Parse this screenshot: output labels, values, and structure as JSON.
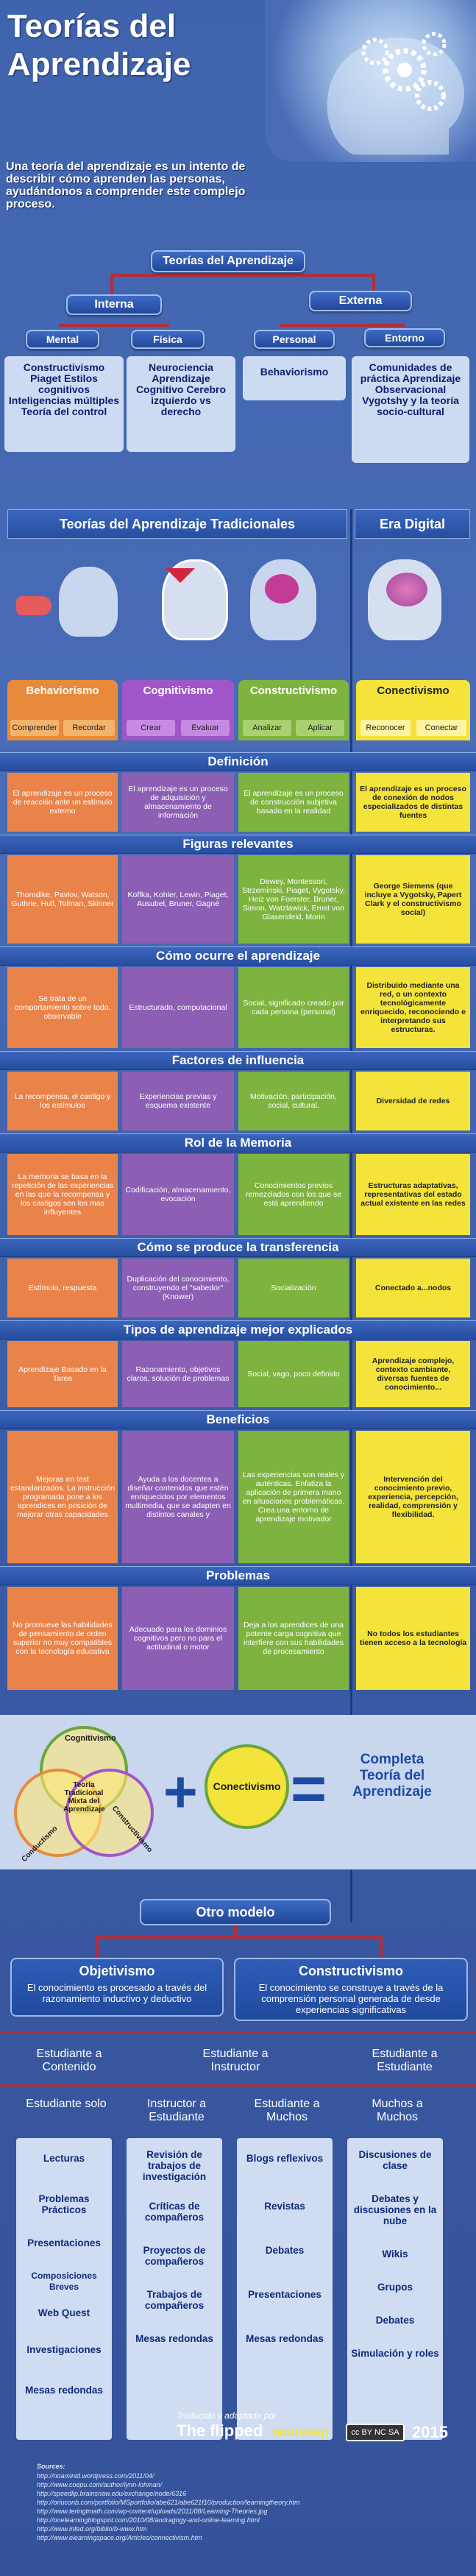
{
  "title_line1": "Teorías del",
  "title_line2": "Aprendizaje",
  "intro": "Una teoría del aprendizaje es un intento de describir cómo aprenden las personas, ayudándonos a comprender este complejo proceso.",
  "tree": {
    "root": "Teorías del Aprendizaje",
    "interna": "Interna",
    "externa": "Externa",
    "mental": "Mental",
    "fisica": "Física",
    "personal": "Personal",
    "entorno": "Entorno",
    "mental_items": "Constructivismo Piaget Estilos cognitivos Inteligencias múltiples Teoría del control",
    "fisica_items": "Neurociencia Aprendizaje Cognitivo Cerebro izquierdo vs derecho",
    "personal_items": "Behaviorismo",
    "entorno_items": "Comunidades de práctica Aprendizaje Observacional Vygotshy y la teoría socio-cultural"
  },
  "trad_header": "Teorías del Aprendizaje Tradicionales",
  "digital_header": "Era Digital",
  "cols": {
    "c1": "Behaviorismo",
    "c2": "Cognitivismo",
    "c3": "Constructivismo",
    "c4": "Conectivismo",
    "c1a": "Comprender",
    "c1b": "Recordar",
    "c2a": "Crear",
    "c2b": "Evaluar",
    "c3a": "Analizar",
    "c3b": "Aplicar",
    "c4a": "Reconocer",
    "c4b": "Conectar"
  },
  "rows": [
    {
      "label": "Definición",
      "c1": "El aprendizaje es un proceso de reacción ante un estímulo externo",
      "c2": "El aprendizaje es un proceso de adquisición y almacenamiento de información",
      "c3": "El aprendizaje es un proceso de construcción subjetiva basado en la realidad",
      "c4": "El aprendizaje es un proceso de conexión de nodos especializados de distintas fuentes"
    },
    {
      "label": "Figuras relevantes",
      "c1": "Thorndike, Pavlov, Watson, Guthrie, Hull, Tolman, Skinner",
      "c2": "Koffka, Kohler, Lewin, Piaget, Ausubel, Bruner, Gagné",
      "c3": "Dewey, Montessori, Strzeminski, Piaget, Vygotsky, Heiz von Foerster, Bruner, Simon, Watzlawick, Ernst von Glasersfeld, Morin",
      "c4": "George Siemens (que incluye a Vygotsky, Papert Clark y el constructivismo social)"
    },
    {
      "label": "Cómo ocurre el aprendizaje",
      "c1": "Se trata de un comportamiento sobre todo, observable",
      "c2": "Estructurado, computacional",
      "c3": "Social, significado creado por cada persona (personal)",
      "c4": "Distribuido mediante una red, o un contexto tecnológicamente enriquecido, reconociendo e interpretando sus estructuras."
    },
    {
      "label": "Factores de influencia",
      "c1": "La recompensa, el castigo y los estímulos",
      "c2": "Experiencias previas y esquema existente",
      "c3": "Motivación, participación, social, cultural.",
      "c4": "Diversidad de redes"
    },
    {
      "label": "Rol de la Memoria",
      "c1": "La memoria se basa en la repetición de las experiencias en las que la recompensa y los castigos son los mas influyentes",
      "c2": "Codificación, almacenamiento, evocación",
      "c3": "Conocimientos previos remezclados con los que se está aprendiendo",
      "c4": "Estructuras adaptativas, representativas del estado actual existente en las redes"
    },
    {
      "label": "Cómo se produce la transferencia",
      "c1": "Estímulo, respuesta",
      "c2": "Duplicación del conocimiento, construyendo el \"sabedor\" (Knower)",
      "c3": "Socialización",
      "c4": "Conectado a...nodos"
    },
    {
      "label": "Tipos de aprendizaje mejor explicados",
      "c1": "Aprendizaje Basado en la Tarea",
      "c2": "Razonamiento, objetivos claros, solución de problemas",
      "c3": "Social, vago, poco definido",
      "c4": "Aprendizaje complejo, contexto cambiante, diversas fuentes de conocimiento..."
    },
    {
      "label": "Beneficios",
      "c1": "Mejoras en test estandarizados. La instrucción programada pone a los aprendices en posición de mejorar otras capacidades",
      "c2": "Ayuda a los docentes a diseñar contenidos que estén enriquecidos  por elementos multimedia, que se adapten en distintos canales y",
      "c3": "Las experiencias son reales y auténticas. Enfatiza la aplicación de primera mano en situaciones problemáticas. Crea una entorno de aprendizaje motivador",
      "c4": "Intervención del conocimiento previo, experiencia, percepción, realidad, comprensión y flexibilidad."
    },
    {
      "label": "Problemas",
      "c1": "No promueve las habilidades de pensamiento de orden superior no muy compatibles con la tecnología educativa",
      "c2": "Adecuado para los dominios cognitivos pero no para el actitudinal o motor",
      "c3": "Deja a los aprendices de una potente carga cognitiva que interfiere con sus habilidades de procesamiento",
      "c4": "No todos los estudiantes tienen acceso a la tecnología"
    }
  ],
  "venn": {
    "a": "Cognitivismo",
    "b": "Conductismo",
    "c": "Constructivismo",
    "center": "Teoría Tradicional Mixta del Aprendizaje"
  },
  "plus": "+",
  "conectivismo": "Conectivismo",
  "equals": "=",
  "completa": "Completa Teoría del Aprendizaje",
  "otro_modelo": "Otro modelo",
  "objetivismo": {
    "title": "Objetivismo",
    "text": "El conocimiento es procesado a través del razonamiento inductivo y deductivo"
  },
  "constructivismo": {
    "title": "Constructivismo",
    "text": "El conocimiento se construye a través de la comprensión personal generada de desde experiencias significativas"
  },
  "estudiante": [
    "Estudiante a Contenido",
    "Estudiante a Instructor",
    "Estudiante a Estudiante"
  ],
  "modos": [
    "Estudiante solo",
    "Instructor a Estudiante",
    "Estudiante a Muchos",
    "Muchos a Muchos"
  ],
  "listas": [
    [
      "Lecturas",
      "Problemas Prácticos",
      "Presentaciones",
      "Composiciones Breves",
      "Web Quest",
      "Investigaciones",
      "Mesas redondas"
    ],
    [
      "Revisión de trabajos de investigación",
      "Críticas de compañeros",
      "Proyectos de compañeros",
      "Trabajos de compañeros",
      "Mesas redondas"
    ],
    [
      "Blogs reflexivos",
      "Revistas",
      "Debates",
      "Presentaciones",
      "Mesas redondas"
    ],
    [
      "Discusiones de clase",
      "Debates y discusiones en la nube",
      "Wikis",
      "Grupos",
      "Debates",
      "Simulación y roles"
    ]
  ],
  "credit": "Traducido y adaptado por",
  "credit_brand": "The flipped",
  "credit_brand2": "woussep",
  "year": "2015",
  "license": "cc BY NC SA",
  "sources_label": "Sources:",
  "sources": [
    "http://noaminid.wordpress.com/2011/04/",
    "http://www.coepu.com/author/lynn-lohman/",
    "http://speedlip.brainsnaw.edu/exchange/node/6316",
    "http://oriuconb.com/portfolio/MSportfolio/abe621/abe621f10/production/learningtheory.htm",
    "http://www.teringtmath.com/wp-content/uploads/2011/08/Learning-Theories.jpg",
    "http://onelearningblogspot.com/2010/08/andragogy-and-online-learning.html",
    "http://www.infed.org/biblio/b-www.htm",
    "http://www.elearningspace.org/Articles/connectivism.htm"
  ]
}
